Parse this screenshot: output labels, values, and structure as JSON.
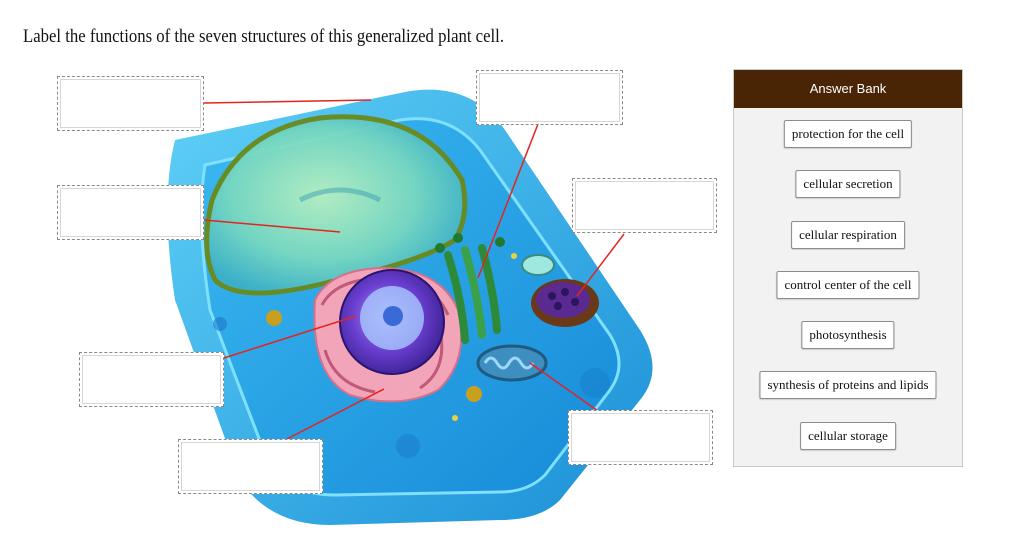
{
  "question": {
    "text": "Label the functions of the seven structures of this generalized plant cell."
  },
  "answer_bank": {
    "title": "Answer Bank",
    "items": [
      "protection for the cell",
      "cellular secretion",
      "cellular respiration",
      "control center of the cell",
      "photosynthesis",
      "synthesis of proteins and lipids",
      "cellular storage"
    ]
  },
  "drop_targets": [
    "",
    "",
    "",
    "",
    "",
    "",
    ""
  ],
  "colors": {
    "leader_line": "#e32420",
    "bank_header": "#4a2505",
    "cell_wall": "#2bb0e8",
    "vacuole": "#8fe0a0",
    "nucleus": "#6a3fd0"
  }
}
